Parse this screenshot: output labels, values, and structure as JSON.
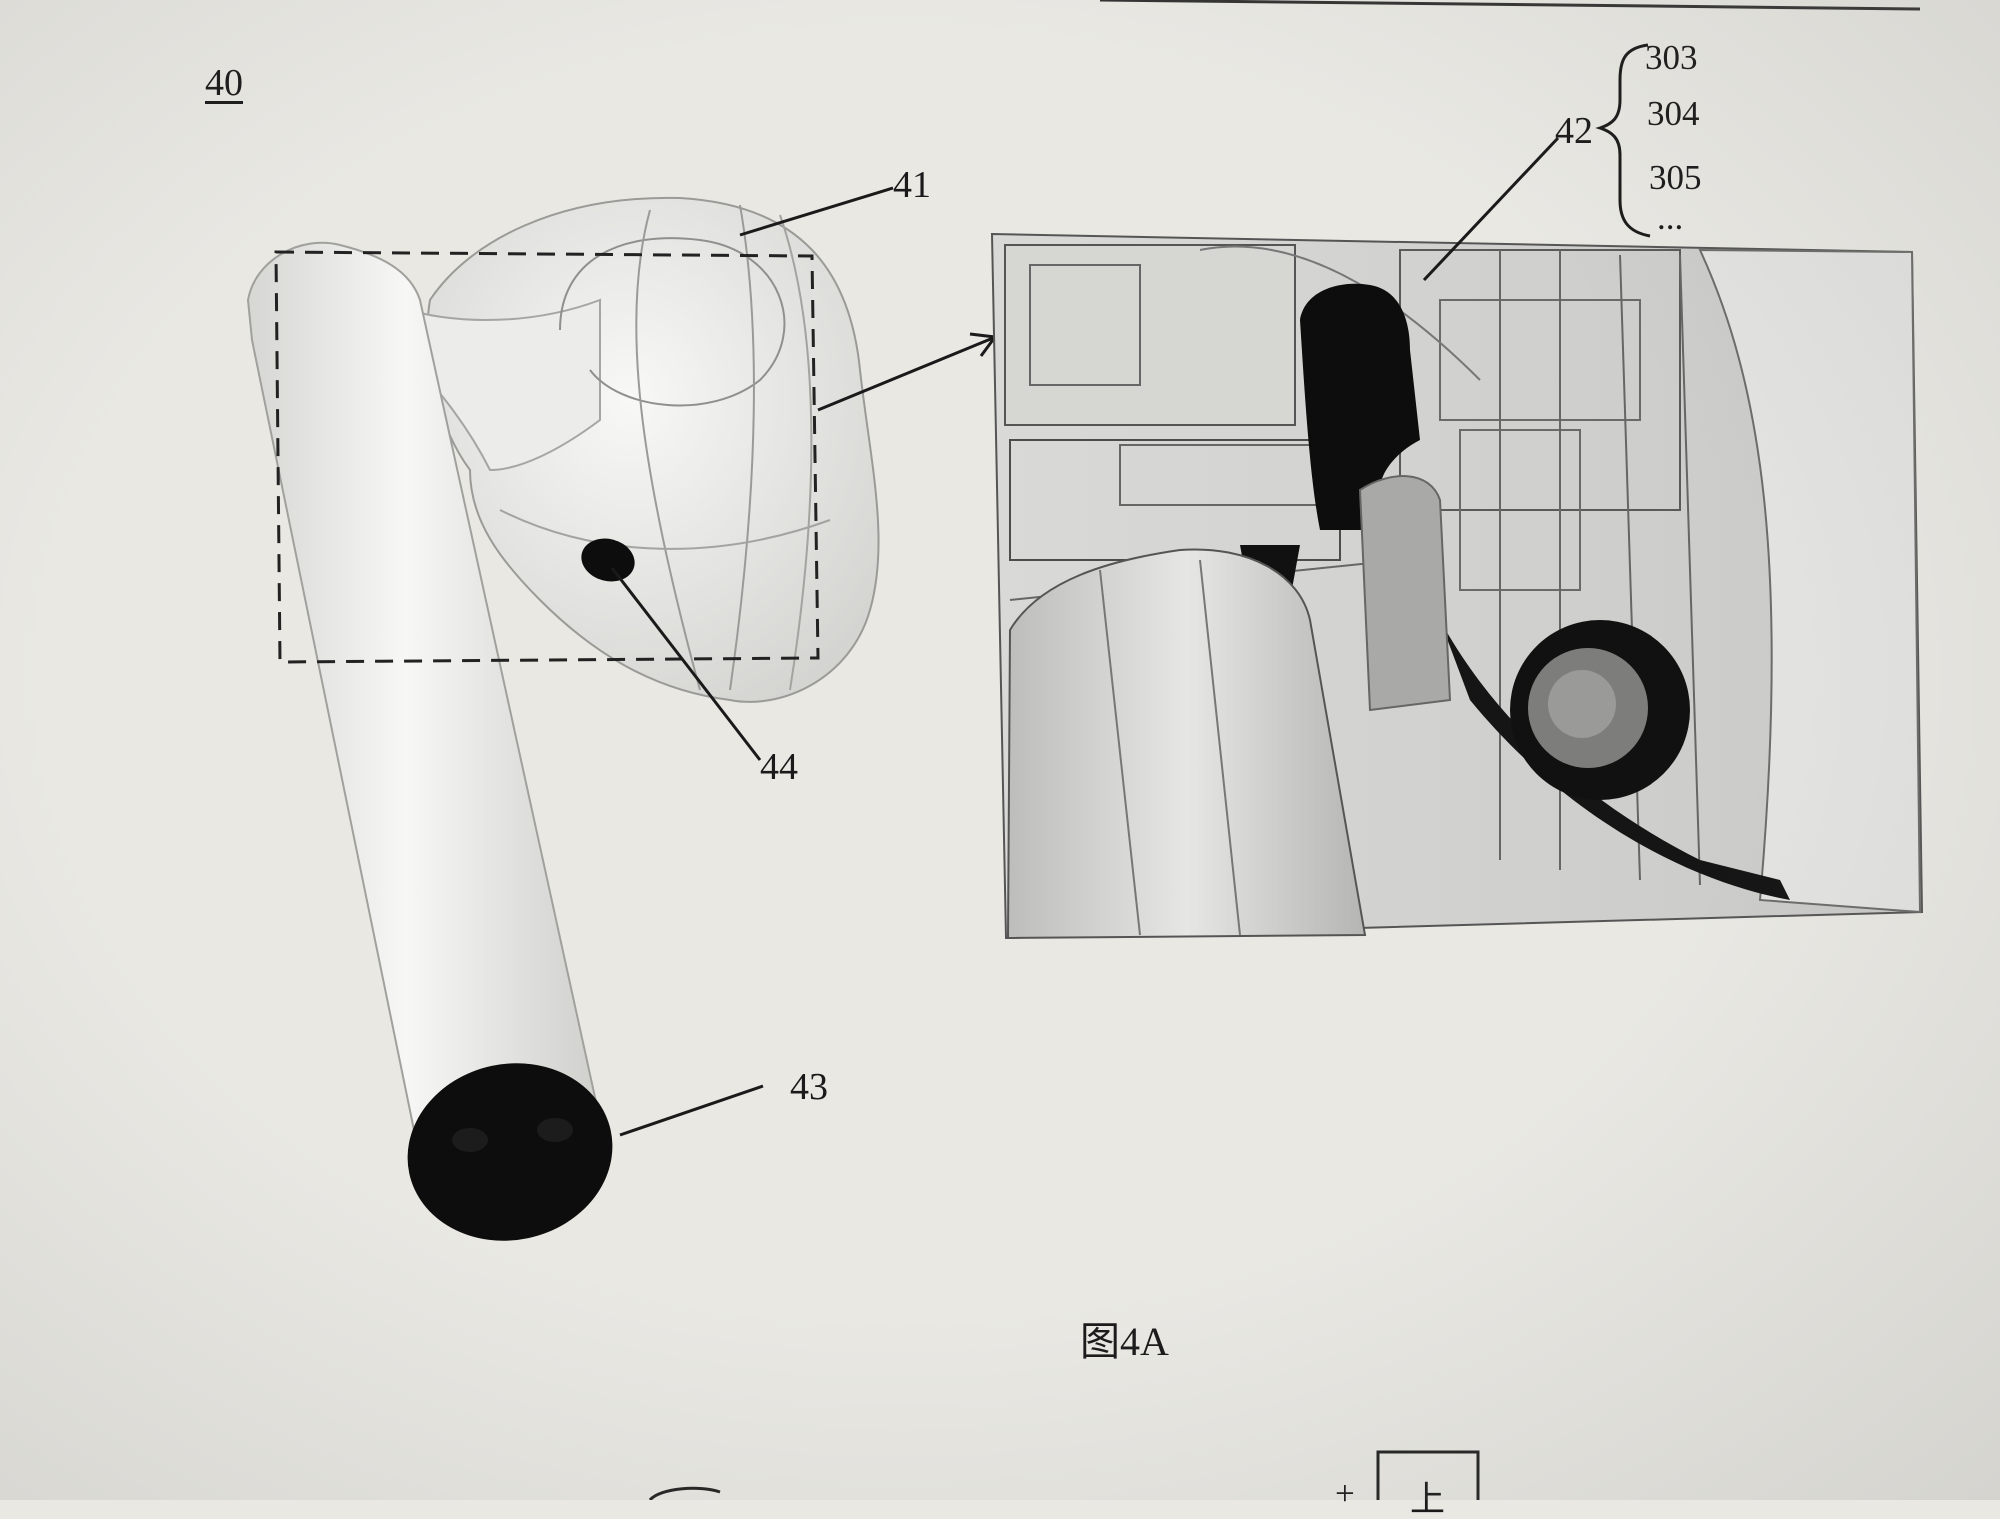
{
  "figure": {
    "number_label": "40",
    "caption": "图4A"
  },
  "callouts": {
    "body_41": "41",
    "sensor_42": "42",
    "layer_303": "303",
    "layer_304": "304",
    "layer_305": "305",
    "layer_more": "...",
    "tip_43": "43",
    "hole_44": "44"
  },
  "partial_figure_below": {
    "sign": "+",
    "box_char": "上"
  },
  "colors": {
    "page": "#e9e8e3",
    "ink": "#1a1a1a",
    "earbud_body": "#f3f3f1",
    "detail_bg": "#dcdcda",
    "black_part": "#0d0d0d"
  }
}
